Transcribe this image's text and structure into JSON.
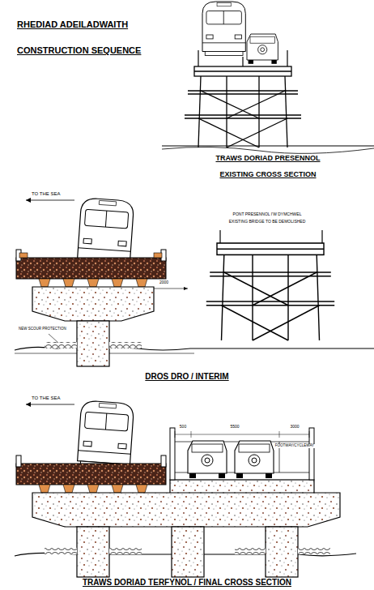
{
  "diagram": {
    "title": "RHEDIAD ADEILADWAITH",
    "labels": [
      "CONSTRUCTION SEQUENCE",
      "TRAWS DORIAD PRESENNOL",
      "EXISTING CROSS SECTION",
      "TO THE SEA",
      "PONT PRESENNOL I'W DYMCHWEL",
      "EXISTING BRIDGE TO BE DEMOLISHED",
      "2000",
      "NEW SCOUR PROTECTION",
      "DROS DRO / INTERIM",
      "TO THE SEA",
      "500",
      "5500",
      "3000",
      "FOOTWAY/CYCLEWAY",
      "TRAWS DORIAD TERFYNOL / FINAL CROSS SECTION"
    ]
  }
}
